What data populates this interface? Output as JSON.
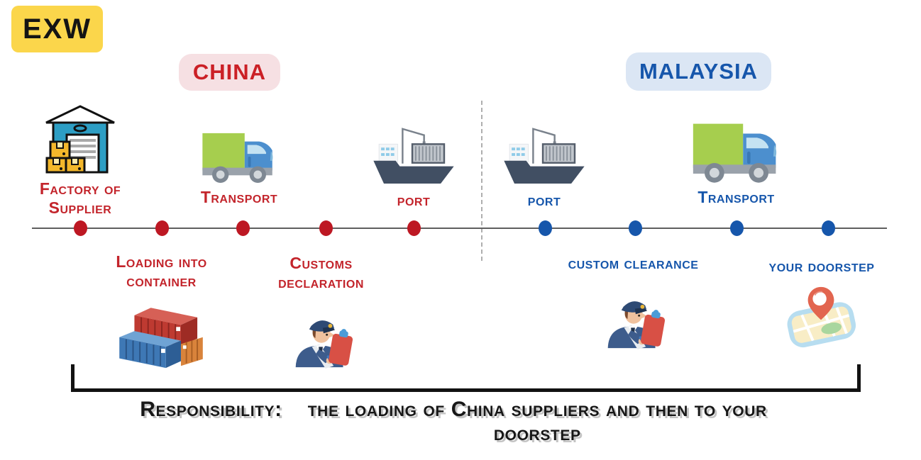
{
  "badge": {
    "label": "EXW",
    "bg": "#FBD64B"
  },
  "regions": {
    "china": {
      "label": "CHINA",
      "text_color": "#CB2026",
      "pill_bg": "#F6E0E3"
    },
    "malaysia": {
      "label": "MALAYSIA",
      "text_color": "#1656AB",
      "pill_bg": "#DBE6F4"
    }
  },
  "timeline": {
    "dot_color_china": "#BD1823",
    "dot_color_malaysia": "#1656AB",
    "line_color": "#5E5E5E",
    "china_dot_count": 5,
    "malaysia_dot_count": 4
  },
  "stations": {
    "factory": {
      "label": "Factory of Supplier",
      "side": "china",
      "icon": "warehouse-icon"
    },
    "transport_cn": {
      "label": "Transport",
      "side": "china",
      "icon": "truck-icon"
    },
    "port_cn": {
      "label": "port",
      "side": "china",
      "icon": "cargo-ship-icon"
    },
    "port_my": {
      "label": "port",
      "side": "malaysia",
      "icon": "cargo-ship-icon"
    },
    "transport_my": {
      "label": "Transport",
      "side": "malaysia",
      "icon": "truck-icon"
    },
    "loading": {
      "label": "Loading into container",
      "side": "china",
      "icon": "containers-icon"
    },
    "customs_declaration": {
      "label": "Customs declaration",
      "side": "china",
      "icon": "customs-officer-icon"
    },
    "custom_clearance": {
      "label": "custom clearance",
      "side": "malaysia",
      "icon": "customs-officer-icon"
    },
    "your_doorstep": {
      "label": "your doorstep",
      "side": "malaysia",
      "icon": "map-pin-icon"
    }
  },
  "responsibility": {
    "label": "Responsibility:",
    "line1": "the loading of China suppliers and then to your",
    "line2": "doorstep"
  }
}
